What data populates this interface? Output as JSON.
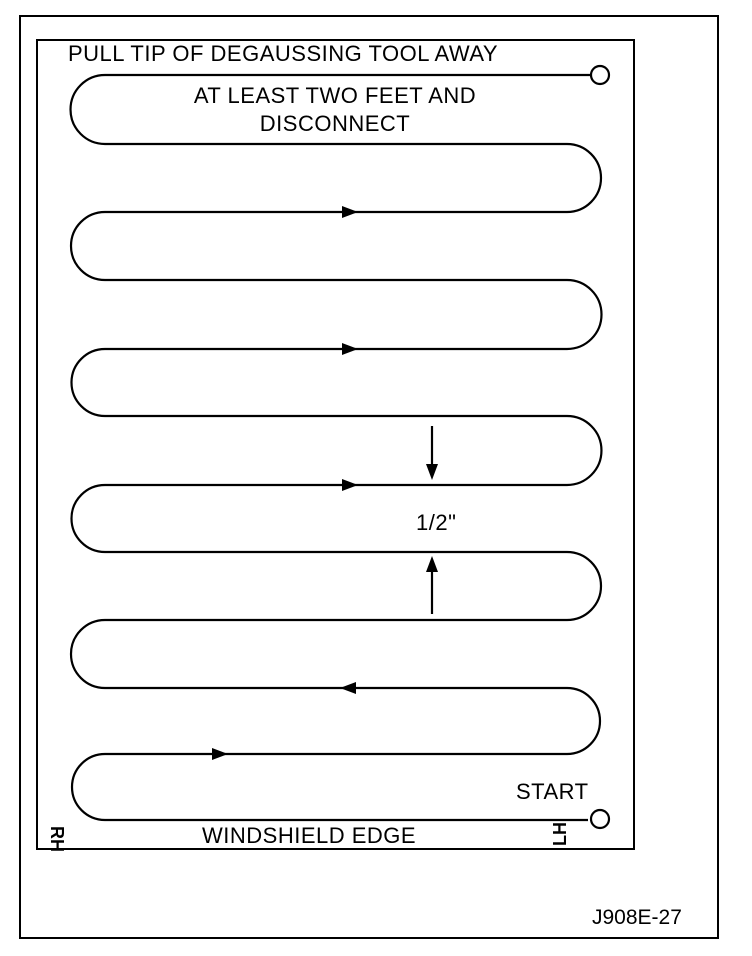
{
  "title_line1": "PULL TIP OF DEGAUSSING TOOL AWAY",
  "title_line2": "AT LEAST TWO FEET AND",
  "title_line3": "DISCONNECT",
  "spacing_label": "1/2\"",
  "start_label": "START",
  "edge_label": "WINDSHIELD EDGE",
  "left_side_label": "RH",
  "right_side_label": "LH",
  "figure_id": "J908E-27"
}
